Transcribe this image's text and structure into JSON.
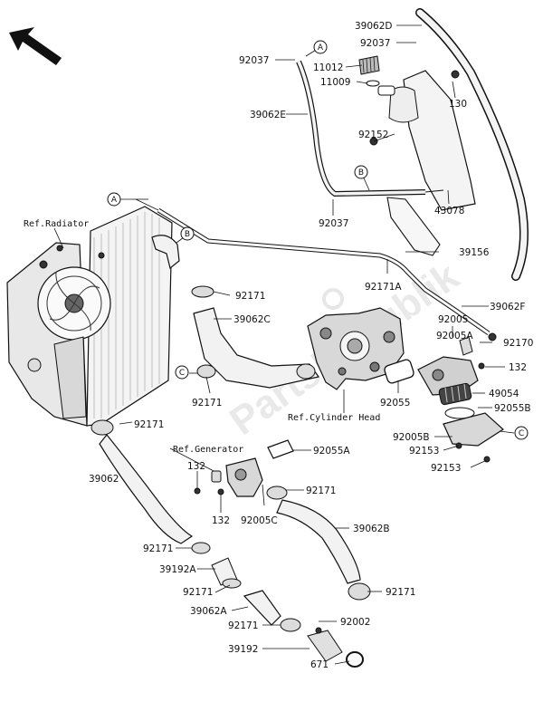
{
  "watermark": "PartsRepublik",
  "references": {
    "radiator": "Ref.Radiator",
    "generator": "Ref.Generator",
    "cylinder_head": "Ref.Cylinder Head"
  },
  "callouts": {
    "a": "A",
    "b": "B",
    "c": "C"
  },
  "part_labels": {
    "p39062D": "39062D",
    "p92037_top": "92037",
    "p92037_left": "92037",
    "p11012": "11012",
    "p11009": "11009",
    "p130": "130",
    "p39062E": "39062E",
    "p92152": "92152",
    "p92037_bottom": "92037",
    "p43078": "43078",
    "p39156": "39156",
    "p92171A": "92171A",
    "p39062F": "39062F",
    "p92171_a": "92171",
    "p39062C": "39062C",
    "p92005": "92005",
    "p92005A": "92005A",
    "p92170": "92170",
    "p132_right": "132",
    "p92171_b": "92171",
    "p92055": "92055",
    "p49054": "49054",
    "p92055B": "92055B",
    "p92171_c": "92171",
    "p92005B": "92005B",
    "p92153_a": "92153",
    "p92153_b": "92153",
    "p92055A": "92055A",
    "p39062": "39062",
    "p132_a": "132",
    "p92171_d": "92171",
    "p132_b": "132",
    "p92005C": "92005C",
    "p39062B": "39062B",
    "p92171_e": "92171",
    "p39192A": "39192A",
    "p92171_f": "92171",
    "p92171_g": "92171",
    "p39062A": "39062A",
    "p92171_h": "92171",
    "p92002": "92002",
    "p39192": "39192",
    "p671": "671"
  },
  "icons": {
    "direction_arrow": "arrow-up-left-icon"
  }
}
